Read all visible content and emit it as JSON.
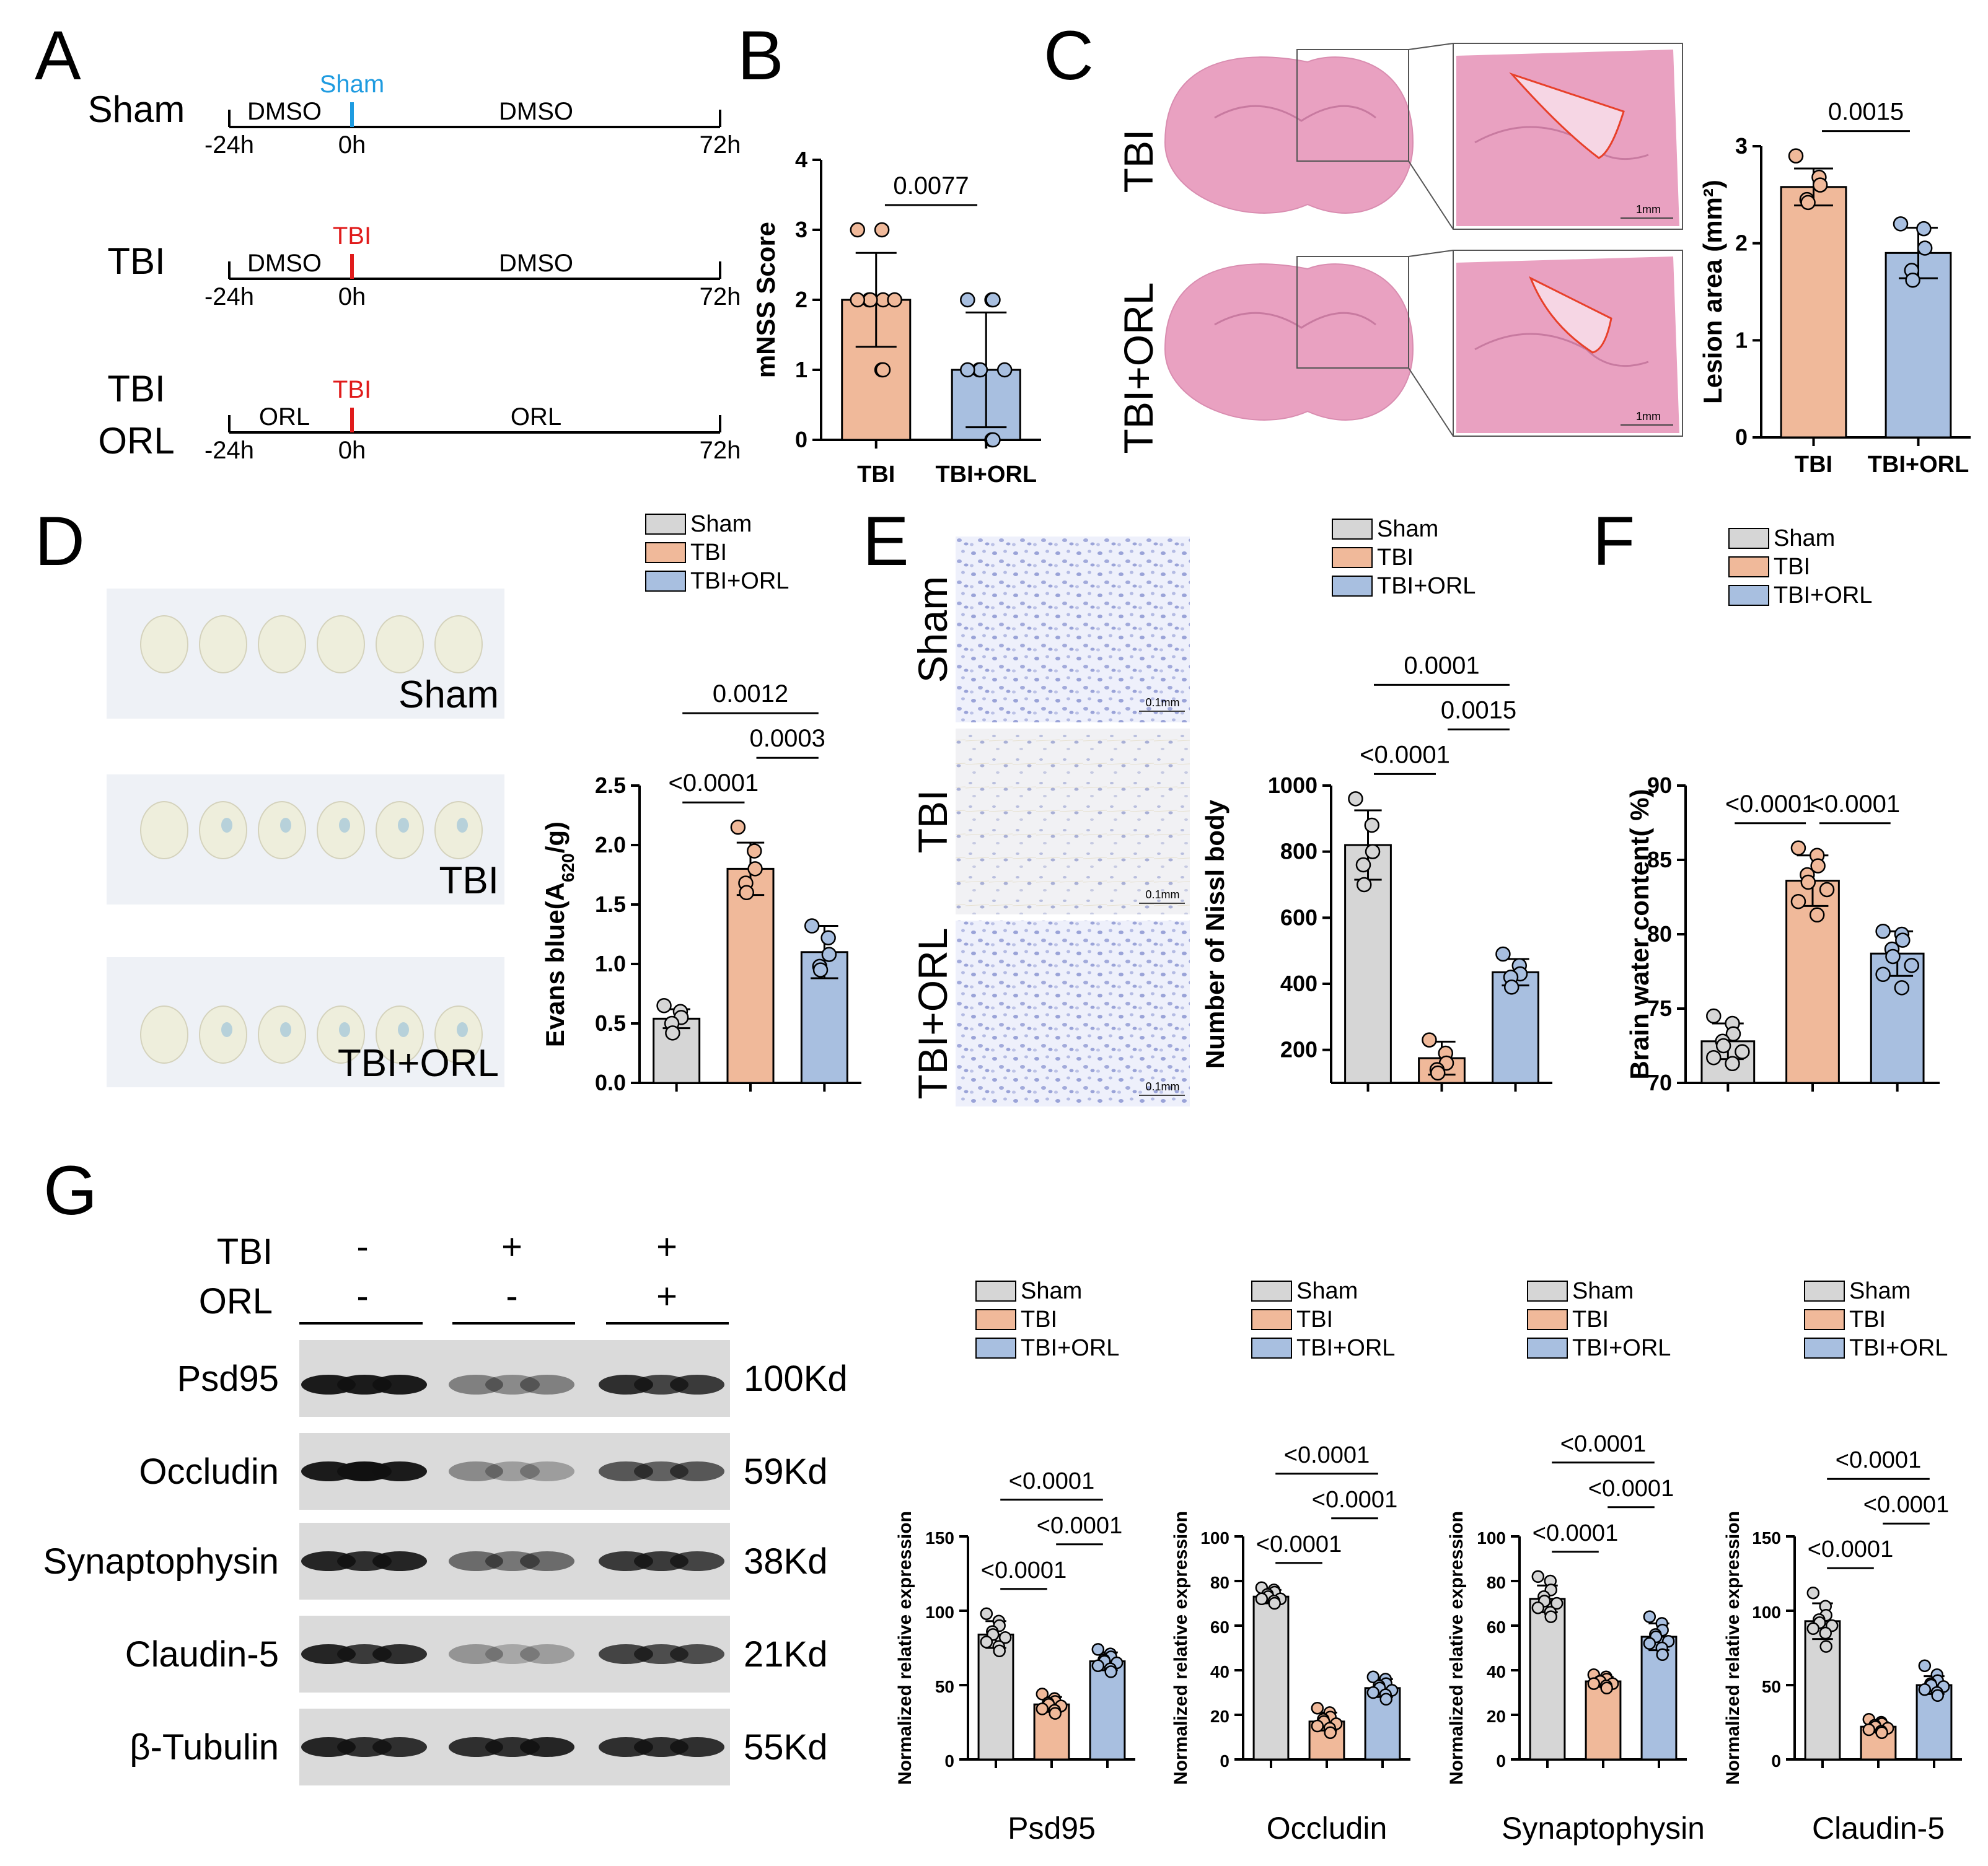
{
  "panels": {
    "letters": [
      "A",
      "B",
      "C",
      "D",
      "E",
      "F",
      "G"
    ],
    "colors": {
      "sham": "#d6d6d6",
      "tbi": "#f0b99a",
      "tbi_orl": "#a8bfe0",
      "sham_tick": "#1e9be0",
      "tbi_tick": "#e01b1b",
      "lesion_outline": "#e8402a",
      "he_stain": "#e9a1c1",
      "nissl_bg": "#eef0fb"
    }
  },
  "timeline": {
    "rows": [
      {
        "label_lines": [
          "Sham"
        ],
        "event": "Sham",
        "event_color": "sham_tick",
        "left_treatment": "DMSO",
        "right_treatment": "DMSO"
      },
      {
        "label_lines": [
          "TBI"
        ],
        "event": "TBI",
        "event_color": "tbi_tick",
        "left_treatment": "DMSO",
        "right_treatment": "DMSO"
      },
      {
        "label_lines": [
          "TBI",
          "ORL"
        ],
        "event": "TBI",
        "event_color": "tbi_tick",
        "left_treatment": "ORL",
        "right_treatment": "ORL"
      }
    ],
    "ticks": [
      "-24h",
      "0h",
      "72h"
    ]
  },
  "histology_c": {
    "rows": [
      "TBI",
      "TBI+ORL"
    ],
    "scale": "1mm"
  },
  "photos_d": {
    "labels": [
      "Sham",
      "TBI",
      "TBI+ORL"
    ]
  },
  "micro_e": {
    "rows": [
      "Sham",
      "TBI",
      "TBI+ORL"
    ],
    "scale": "0.1mm"
  },
  "legend": {
    "entries": [
      "Sham",
      "TBI",
      "TBI+ORL"
    ]
  },
  "blot": {
    "conditions": [
      {
        "label": "TBI",
        "marks": [
          "-",
          "+",
          "+"
        ]
      },
      {
        "label": "ORL",
        "marks": [
          "-",
          "-",
          "+"
        ]
      }
    ],
    "bands": [
      {
        "protein": "Psd95",
        "size": "100Kd",
        "intensity": [
          0.95,
          0.95,
          0.95,
          0.45,
          0.4,
          0.45,
          0.85,
          0.75,
          0.8
        ]
      },
      {
        "protein": "Occludin",
        "size": "59Kd",
        "intensity": [
          0.95,
          1.0,
          0.95,
          0.4,
          0.3,
          0.3,
          0.65,
          0.6,
          0.65
        ]
      },
      {
        "protein": "Synaptophysin",
        "size": "38Kd",
        "intensity": [
          0.9,
          0.85,
          0.9,
          0.55,
          0.5,
          0.55,
          0.8,
          0.8,
          0.75
        ]
      },
      {
        "protein": "Claudin-5",
        "size": "21Kd",
        "intensity": [
          0.9,
          0.8,
          0.85,
          0.35,
          0.25,
          0.3,
          0.75,
          0.7,
          0.7
        ]
      },
      {
        "protein": "β-Tubulin",
        "size": "55Kd",
        "intensity": [
          0.9,
          0.85,
          0.85,
          0.85,
          0.85,
          0.9,
          0.85,
          0.85,
          0.85
        ]
      }
    ]
  },
  "chart_data": [
    {
      "id": "B",
      "type": "bar",
      "categories": [
        "TBI",
        "TBI+ORL"
      ],
      "ylabel": "mNSS Score",
      "ylim": [
        0,
        4
      ],
      "yticks": [
        0,
        1,
        2,
        3,
        4
      ],
      "values": [
        2.0,
        1.0
      ],
      "errors": [
        0.67,
        0.82
      ],
      "points": [
        [
          3,
          3,
          2,
          2,
          2,
          2,
          2,
          1,
          1
        ],
        [
          2,
          2,
          2,
          1,
          1,
          1,
          1,
          0,
          0
        ]
      ],
      "comparisons": [
        {
          "from": 0,
          "to": 1,
          "p": "0.0077"
        }
      ]
    },
    {
      "id": "C",
      "type": "bar",
      "categories": [
        "TBI",
        "TBI+ORL"
      ],
      "ylabel": "Lesion area (mm²)",
      "ylim": [
        0,
        3
      ],
      "yticks": [
        0,
        1,
        2,
        3
      ],
      "values": [
        2.58,
        1.9
      ],
      "errors": [
        0.19,
        0.26
      ],
      "points": [
        [
          2.9,
          2.68,
          2.6,
          2.45,
          2.42
        ],
        [
          2.2,
          2.15,
          1.95,
          1.72,
          1.62
        ]
      ],
      "comparisons": [
        {
          "from": 0,
          "to": 1,
          "p": "0.0015"
        }
      ]
    },
    {
      "id": "D",
      "type": "bar",
      "categories": [
        "Sham",
        "TBI",
        "TBI+ORL"
      ],
      "ylabel": "Evans blue(A620/g)",
      "ylim": [
        0,
        2.5
      ],
      "yticks": [
        0.0,
        0.5,
        1.0,
        1.5,
        2.0,
        2.5
      ],
      "values": [
        0.54,
        1.8,
        1.1
      ],
      "errors": [
        0.08,
        0.22,
        0.22
      ],
      "points": [
        [
          0.65,
          0.6,
          0.55,
          0.5,
          0.42
        ],
        [
          2.15,
          1.95,
          1.8,
          1.68,
          1.6
        ],
        [
          1.32,
          1.22,
          1.08,
          0.98,
          0.95
        ]
      ],
      "comparisons": [
        {
          "from": 0,
          "to": 1,
          "p": "<0.0001"
        },
        {
          "from": 1,
          "to": 2,
          "p": "0.0003"
        },
        {
          "from": 0,
          "to": 2,
          "p": "0.0012"
        }
      ]
    },
    {
      "id": "E",
      "type": "bar",
      "categories": [
        "Sham",
        "TBI",
        "TBI+ORL"
      ],
      "ylabel": "Number of Nissl body",
      "ylim": [
        100,
        1000
      ],
      "yticks": [
        200,
        400,
        600,
        800,
        1000
      ],
      "values": [
        820,
        175,
        435
      ],
      "errors": [
        105,
        50,
        40
      ],
      "points": [
        [
          960,
          880,
          800,
          760,
          700
        ],
        [
          230,
          190,
          160,
          140,
          130
        ],
        [
          490,
          455,
          430,
          420,
          390
        ]
      ],
      "comparisons": [
        {
          "from": 0,
          "to": 1,
          "p": "<0.0001"
        },
        {
          "from": 1,
          "to": 2,
          "p": "0.0015"
        },
        {
          "from": 0,
          "to": 2,
          "p": "0.0001"
        }
      ]
    },
    {
      "id": "F",
      "type": "bar",
      "categories": [
        "Sham",
        "TBI",
        "TBI+ORL"
      ],
      "ylabel": "Brain water content( %)",
      "ylim": [
        70,
        90
      ],
      "yticks": [
        70,
        75,
        80,
        85,
        90
      ],
      "values": [
        72.8,
        83.6,
        78.7
      ],
      "errors": [
        1.2,
        1.7,
        1.5
      ],
      "points": [
        [
          74.5,
          74.0,
          73.3,
          72.8,
          72.5,
          72.1,
          71.7,
          71.3
        ],
        [
          85.8,
          85.3,
          84.6,
          84.0,
          83.5,
          83.0,
          82.2,
          81.3
        ],
        [
          80.2,
          80.0,
          79.6,
          79.0,
          78.5,
          77.9,
          77.3,
          76.4
        ]
      ],
      "comparisons": [
        {
          "from": 0,
          "to": 1,
          "p": "<0.0001"
        },
        {
          "from": 1,
          "to": 2,
          "p": "<0.0001"
        }
      ]
    },
    {
      "id": "G1",
      "type": "bar",
      "xlabel": "Psd95",
      "categories": [
        "Sham",
        "TBI",
        "TBI+ORL"
      ],
      "ylabel": "Normalized relative expression",
      "ylim": [
        0,
        150
      ],
      "yticks": [
        0,
        50,
        100,
        150
      ],
      "values": [
        84,
        37,
        66
      ],
      "errors": [
        9,
        5,
        6
      ],
      "points": [
        [
          98,
          93,
          90,
          86,
          84,
          82,
          79,
          76,
          73
        ],
        [
          44,
          41,
          39,
          38,
          37,
          36,
          34,
          33,
          31
        ],
        [
          74,
          71,
          69,
          67,
          66,
          65,
          63,
          61,
          59
        ]
      ],
      "comparisons": [
        {
          "from": 0,
          "to": 1,
          "p": "<0.0001"
        },
        {
          "from": 1,
          "to": 2,
          "p": "<0.0001"
        },
        {
          "from": 0,
          "to": 2,
          "p": "<0.0001"
        }
      ]
    },
    {
      "id": "G2",
      "type": "bar",
      "xlabel": "Occludin",
      "categories": [
        "Sham",
        "TBI",
        "TBI+ORL"
      ],
      "ylabel": "Normalized relative expression",
      "ylim": [
        0,
        100
      ],
      "yticks": [
        0,
        20,
        40,
        60,
        80,
        100
      ],
      "values": [
        73,
        17,
        32
      ],
      "errors": [
        3,
        4,
        4
      ],
      "points": [
        [
          77,
          76,
          75,
          74,
          73,
          72,
          72,
          71,
          70
        ],
        [
          23,
          21,
          19,
          18,
          17,
          16,
          15,
          14,
          12
        ],
        [
          37,
          36,
          34,
          33,
          32,
          31,
          30,
          29,
          27
        ]
      ],
      "comparisons": [
        {
          "from": 0,
          "to": 1,
          "p": "<0.0001"
        },
        {
          "from": 1,
          "to": 2,
          "p": "<0.0001"
        },
        {
          "from": 0,
          "to": 2,
          "p": "<0.0001"
        }
      ]
    },
    {
      "id": "G3",
      "type": "bar",
      "xlabel": "Synaptophysin",
      "categories": [
        "Sham",
        "TBI",
        "TBI+ORL"
      ],
      "ylabel": "Normalized relative expression",
      "ylim": [
        0,
        100
      ],
      "yticks": [
        0,
        20,
        40,
        60,
        80,
        100
      ],
      "values": [
        72,
        35,
        55
      ],
      "errors": [
        6,
        2,
        6
      ],
      "points": [
        [
          82,
          80,
          76,
          73,
          71,
          70,
          68,
          66,
          64
        ],
        [
          38,
          37,
          36,
          35,
          35,
          34,
          34,
          33,
          32
        ],
        [
          64,
          61,
          58,
          56,
          55,
          53,
          52,
          50,
          47
        ]
      ],
      "comparisons": [
        {
          "from": 0,
          "to": 1,
          "p": "<0.0001"
        },
        {
          "from": 1,
          "to": 2,
          "p": "<0.0001"
        },
        {
          "from": 0,
          "to": 2,
          "p": "<0.0001"
        }
      ]
    },
    {
      "id": "G4",
      "type": "bar",
      "xlabel": "Claudin-5",
      "categories": [
        "Sham",
        "TBI",
        "TBI+ORL"
      ],
      "ylabel": "Normalized relative expression",
      "ylim": [
        0,
        150
      ],
      "yticks": [
        0,
        50,
        100,
        150
      ],
      "values": [
        93,
        22,
        50
      ],
      "errors": [
        12,
        3,
        6
      ],
      "points": [
        [
          112,
          103,
          97,
          94,
          92,
          90,
          88,
          85,
          76
        ],
        [
          27,
          25,
          24,
          23,
          22,
          21,
          20,
          19,
          18
        ],
        [
          63,
          57,
          53,
          51,
          50,
          49,
          47,
          45,
          43
        ]
      ],
      "comparisons": [
        {
          "from": 0,
          "to": 1,
          "p": "<0.0001"
        },
        {
          "from": 1,
          "to": 2,
          "p": "<0.0001"
        },
        {
          "from": 0,
          "to": 2,
          "p": "<0.0001"
        }
      ]
    }
  ]
}
